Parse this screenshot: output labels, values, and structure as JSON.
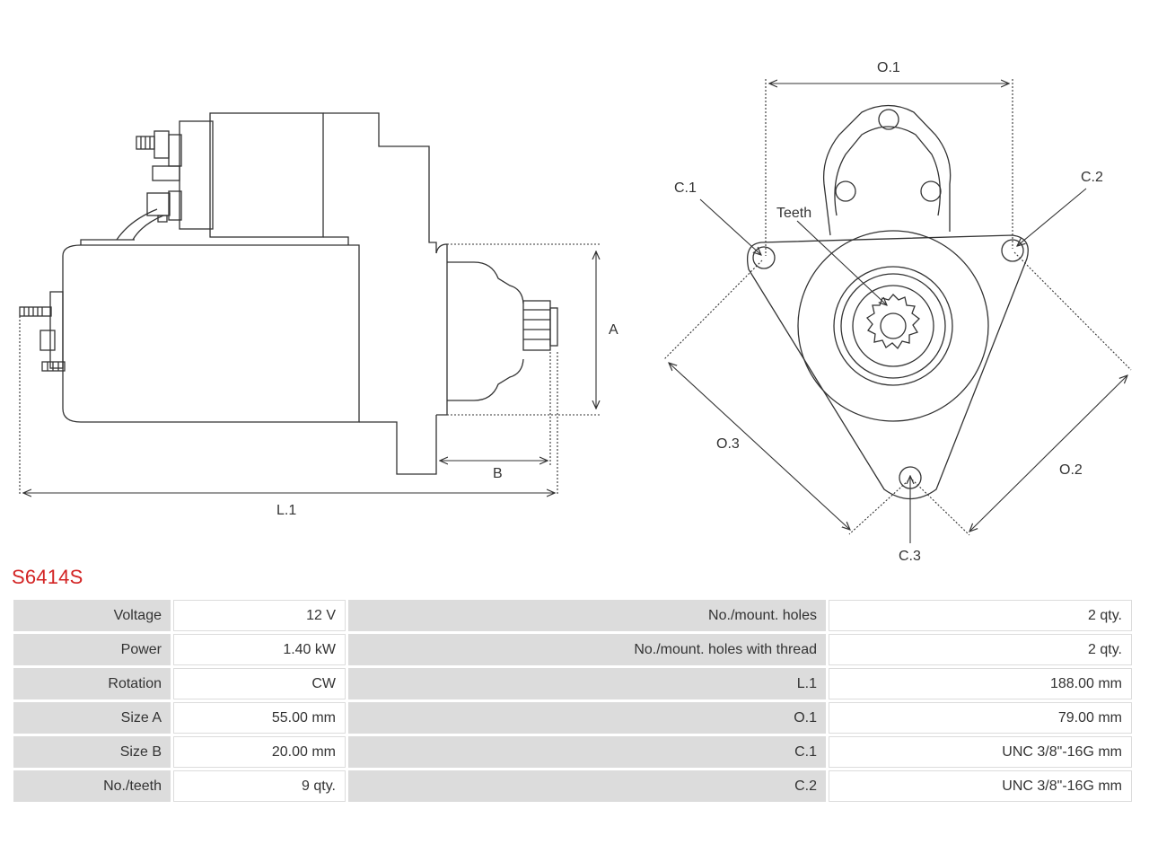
{
  "part_number": "S6414S",
  "diagram": {
    "labels": {
      "a": "A",
      "b": "B",
      "l1": "L.1",
      "o1": "O.1",
      "o2": "O.2",
      "o3": "O.3",
      "c1": "C.1",
      "c2": "C.2",
      "c3": "C.3",
      "teeth": "Teeth"
    }
  },
  "specs": {
    "rows": [
      {
        "k1": "Voltage",
        "v1": "12 V",
        "k2": "No./mount. holes",
        "v2": "2 qty."
      },
      {
        "k1": "Power",
        "v1": "1.40 kW",
        "k2": "No./mount. holes with thread",
        "v2": "2 qty."
      },
      {
        "k1": "Rotation",
        "v1": "CW",
        "k2": "L.1",
        "v2": "188.00 mm"
      },
      {
        "k1": "Size A",
        "v1": "55.00 mm",
        "k2": "O.1",
        "v2": "79.00 mm"
      },
      {
        "k1": "Size B",
        "v1": "20.00 mm",
        "k2": "C.1",
        "v2": "UNC 3/8\"-16G mm"
      },
      {
        "k1": "No./teeth",
        "v1": "9 qty.",
        "k2": "C.2",
        "v2": "UNC 3/8\"-16G mm"
      }
    ]
  }
}
